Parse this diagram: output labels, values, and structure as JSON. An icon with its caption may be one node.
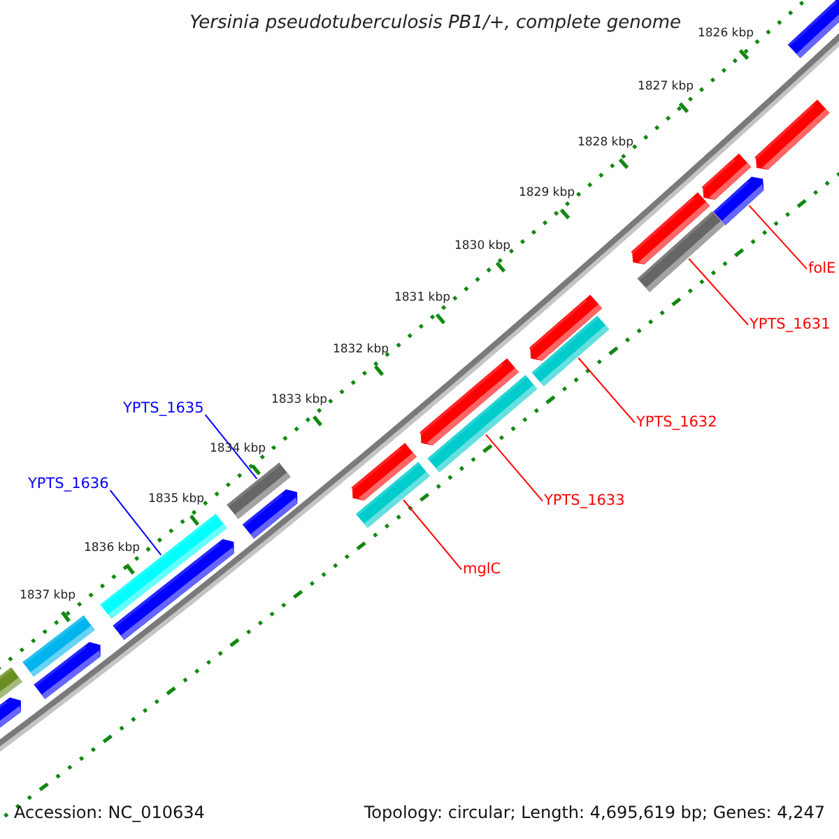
{
  "diagram": {
    "title": "Yersinia pseudotuberculosis PB1/+, complete genome",
    "nodes": [
      {
        "text": [
          "folE"
        ]
      },
      {
        "text": [
          "YPTS_1631"
        ]
      },
      {
        "text": [
          "YPTS_1635"
        ]
      },
      {
        "text": [
          "YPTS_1632"
        ]
      },
      {
        "text": [
          "YPTS_1636"
        ]
      },
      {
        "text": [
          "YPTS_1633"
        ]
      },
      {
        "text": [
          "mglC"
        ]
      },
      {
        "text": [],
        "shape": "bar"
      },
      {
        "text": [],
        "shape": "bar"
      },
      {
        "text": [],
        "shape": "bar"
      },
      {
        "text": [],
        "shape": "bar"
      },
      {
        "text": [],
        "shape": "bar"
      },
      {
        "text": [],
        "shape": "bar"
      },
      {
        "text": [],
        "shape": "bar"
      }
    ],
    "edges": [
      {
        "from": 0,
        "to": 13,
        "arrow": "none"
      },
      {
        "from": 1,
        "to": 12,
        "arrow": "none"
      },
      {
        "from": 2,
        "to": 8,
        "arrow": "none",
        "color": "#0000ff"
      },
      {
        "from": 3,
        "to": 11,
        "arrow": "none"
      },
      {
        "from": 4,
        "to": 7,
        "arrow": "none",
        "color": "#0000ff"
      },
      {
        "from": 5,
        "to": 10,
        "arrow": "none"
      },
      {
        "from": 6,
        "to": 9,
        "arrow": "none"
      }
    ],
    "labels": [
      "1826 kbp",
      "1827 kbp",
      "1828 kbp",
      "1829 kbp",
      "1830 kbp",
      "1831 kbp",
      "1832 kbp",
      "1833 kbp",
      "1834 kbp",
      "1835 kbp",
      "1836 kbp",
      "1837 kbp",
      "Accession: NC_010634",
      "Topology: circular; Length: 4,695,619 bp; Genes: 4,247"
    ]
  }
}
